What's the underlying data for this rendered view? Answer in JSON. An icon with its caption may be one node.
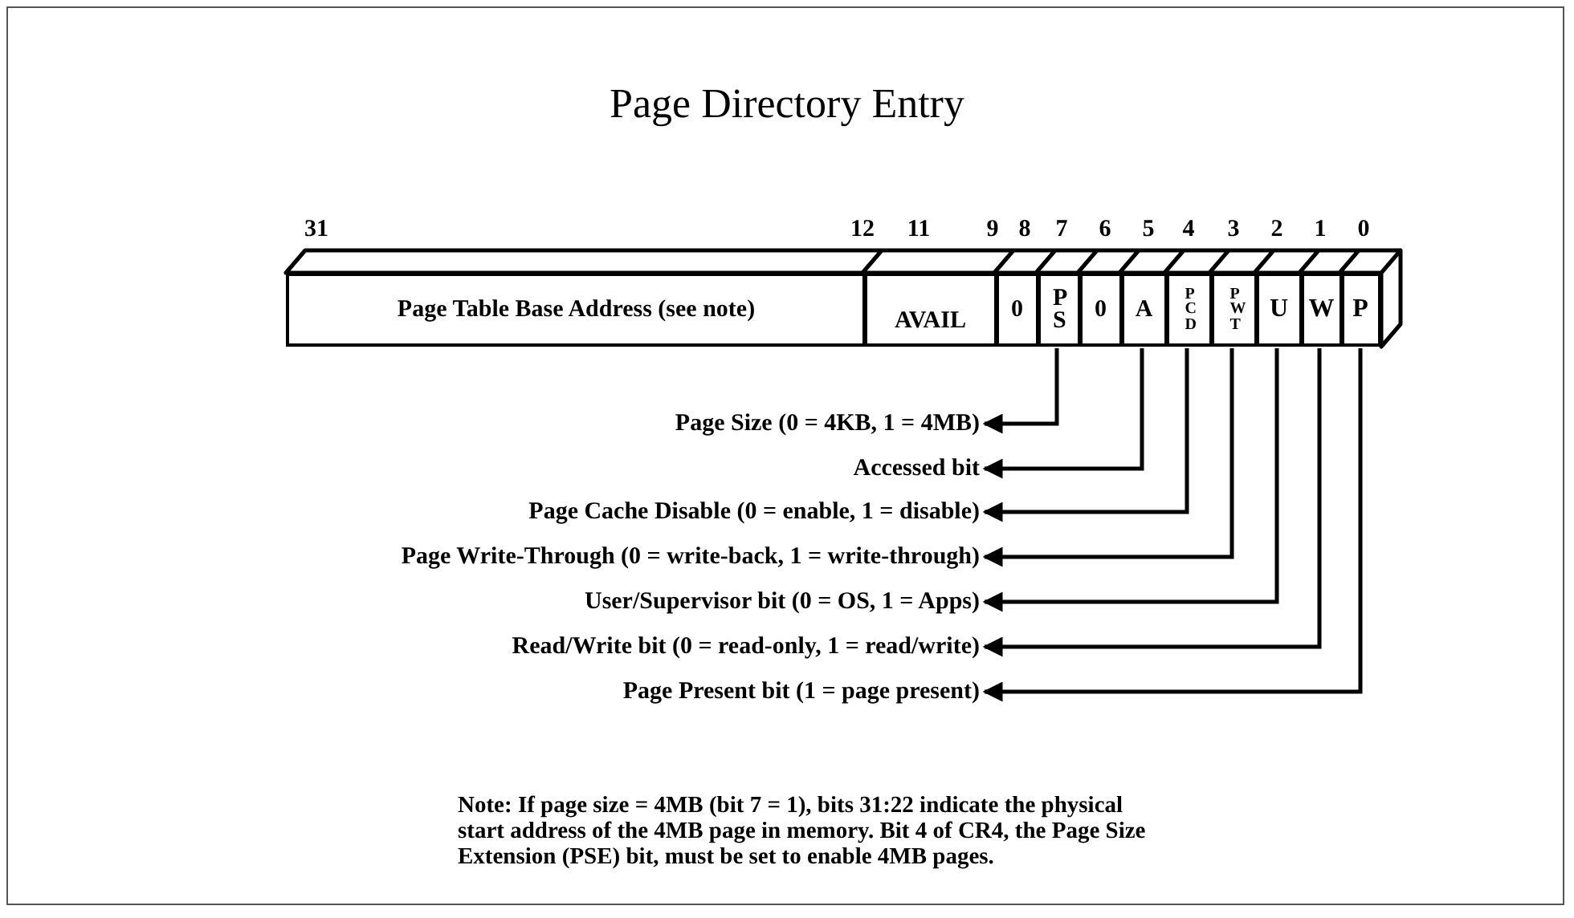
{
  "diagram": {
    "title": "Page Directory Entry",
    "nodes": [
      {
        "text": [
          "Page Table Base Address (see note)"
        ]
      },
      {
        "text": [
          "AVAIL"
        ]
      },
      {
        "text": [
          "0"
        ]
      },
      {
        "text": [
          "P S"
        ]
      },
      {
        "text": [
          "0"
        ]
      },
      {
        "text": [
          "A"
        ]
      },
      {
        "text": [
          "P C D"
        ]
      },
      {
        "text": [
          "P W T"
        ]
      },
      {
        "text": [
          "U"
        ]
      },
      {
        "text": [
          "W"
        ]
      },
      {
        "text": [
          "P"
        ]
      },
      {
        "text": [
          "Page Size (0 = 4KB, 1 = 4MB)"
        ]
      },
      {
        "text": [
          "Accessed bit"
        ]
      },
      {
        "text": [
          "Page Cache Disable (0 = enable, 1 = disable)"
        ]
      },
      {
        "text": [
          "Page Write-Through (0 = write-back, 1 = write-through)"
        ]
      },
      {
        "text": [
          "User/Supervisor bit (0 = OS, 1 = Apps)"
        ]
      },
      {
        "text": [
          "Read/Write bit (0 = read-only, 1 = read/write)"
        ]
      },
      {
        "text": [
          "Page Present bit (1 = page present)"
        ]
      }
    ],
    "edges": [
      {
        "from": 3,
        "to": 11,
        "arrow": "to"
      },
      {
        "from": 5,
        "to": 12,
        "arrow": "to"
      },
      {
        "from": 6,
        "to": 13,
        "arrow": "to"
      },
      {
        "from": 7,
        "to": 14,
        "arrow": "to"
      },
      {
        "from": 8,
        "to": 15,
        "arrow": "to"
      },
      {
        "from": 9,
        "to": 16,
        "arrow": "to"
      },
      {
        "from": 10,
        "to": 17,
        "arrow": "to"
      }
    ],
    "labels": [
      "31",
      "12",
      "11",
      "9",
      "8",
      "7",
      "6",
      "5",
      "4",
      "3",
      "2",
      "1",
      "0",
      "Note: If page size = 4MB (bit 7 = 1), bits 31:22 indicate the physical start address of the 4MB page in memory. Bit 4 of CR4, the Page Size Extension (PSE) bit, must be set to enable 4MB pages."
    ]
  }
}
